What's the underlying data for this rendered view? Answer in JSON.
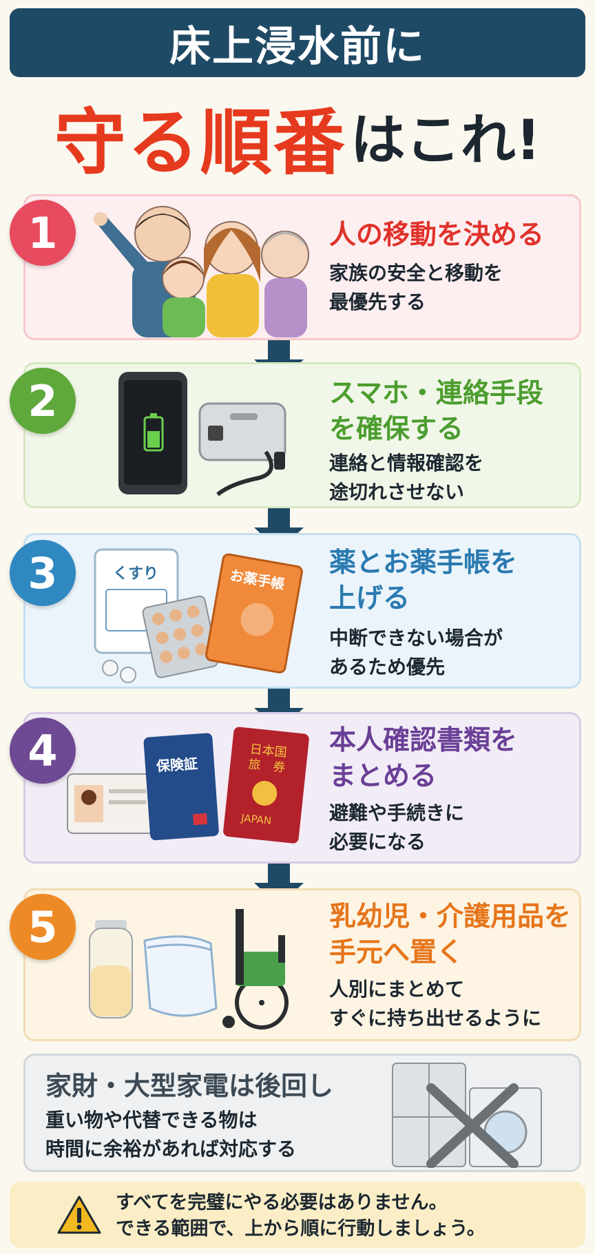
{
  "header": {
    "title": "床上浸水前に",
    "headline_red": "守る順番",
    "headline_dark": "はこれ!"
  },
  "steps": [
    {
      "number": "1",
      "title": "人の移動を決める",
      "desc_line1": "家族の安全と移動を",
      "desc_line2": "最優先する",
      "color": "#e84a5f"
    },
    {
      "number": "2",
      "title_line1": "スマホ・連絡手段",
      "title_line2": "を確保する",
      "desc_line1": "連絡と情報確認を",
      "desc_line2": "途切れさせない",
      "color": "#5ea83c"
    },
    {
      "number": "3",
      "title_line1": "薬とお薬手帳を",
      "title_line2": "上げる",
      "desc_line1": "中断できない場合が",
      "desc_line2": "あるため優先",
      "color": "#2f88c0"
    },
    {
      "number": "4",
      "title_line1": "本人確認書類を",
      "title_line2": "まとめる",
      "desc_line1": "避難や手続きに",
      "desc_line2": "必要になる",
      "color": "#6e4a94"
    },
    {
      "number": "5",
      "title_line1": "乳幼児・介護用品を",
      "title_line2": "手元へ置く",
      "desc_line1": "人別にまとめて",
      "desc_line2": "すぐに持ち出せるように",
      "color": "#ee8a26"
    }
  ],
  "illustrations": {
    "medicine_bag_label": "くすり",
    "notebook_label": "お薬手帳",
    "insurance_card_label": "保険証",
    "passport_line1": "日本国",
    "passport_line2": "旅　券",
    "passport_country": "JAPAN"
  },
  "later": {
    "title": "家財・大型家電は後回し",
    "desc_line1": "重い物や代替できる物は",
    "desc_line2": "時間に余裕があれば対応する"
  },
  "notice": {
    "line1": "すべてを完璧にやる必要はありません。",
    "line2": "できる範囲で、上から順に行動しましょう。"
  }
}
